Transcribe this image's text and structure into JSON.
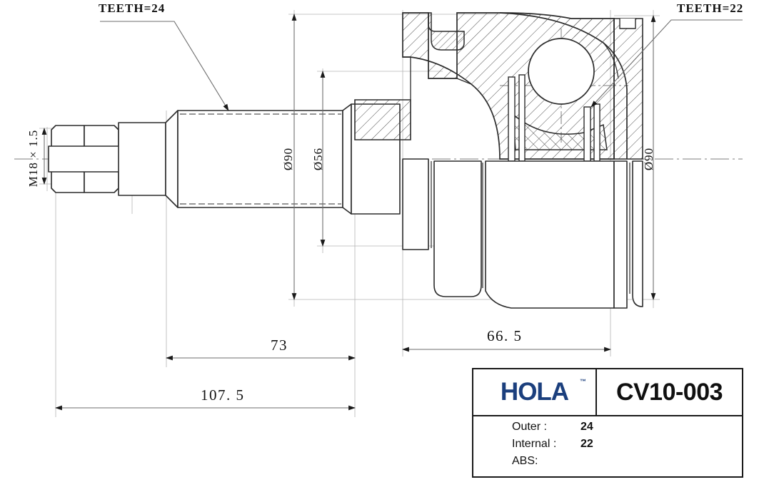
{
  "drawing": {
    "type": "cv-joint-cross-section",
    "annotations": {
      "teeth_outer": "TEETH=24",
      "teeth_inner": "TEETH=22",
      "thread": "M18 × 1.5"
    },
    "diameters": {
      "shaft_outer": "Ø90",
      "shaft_inner": "Ø56",
      "housing": "Ø90"
    },
    "lengths": {
      "shaft_length": "73",
      "housing_length": "66. 5",
      "total_length": "107. 5"
    }
  },
  "info_box": {
    "brand": "HOLA",
    "trademark": "™",
    "part_number": "CV10-003",
    "specs": [
      {
        "key": "Outer :",
        "value": "24"
      },
      {
        "key": "Internal :",
        "value": "22"
      },
      {
        "key": "ABS:",
        "value": ""
      }
    ]
  },
  "colors": {
    "line": "#2b2b2b",
    "thin_line": "#8a8a8a",
    "brand_blue": "#1b3f7d",
    "text": "#101010",
    "background": "#ffffff"
  },
  "chart_data": {
    "type": "table",
    "title": "CV10-003",
    "categories": [
      "Outer",
      "Internal",
      "ABS"
    ],
    "values": [
      24,
      22,
      null
    ],
    "xlabel": "",
    "ylabel": ""
  }
}
